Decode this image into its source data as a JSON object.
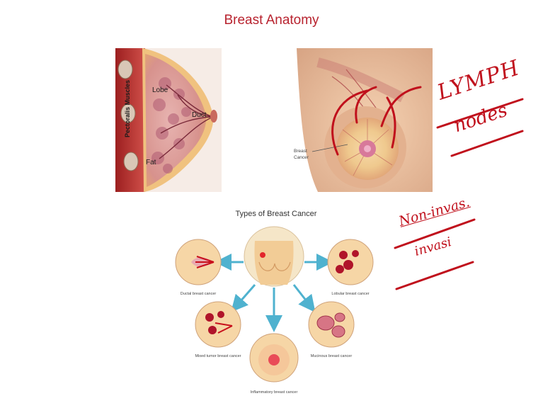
{
  "slide": {
    "title": "Breast Anatomy"
  },
  "cross_section": {
    "muscle_label": "Pectoralis Muscles",
    "lobe_label": "Lobe",
    "duct_label": "Duct",
    "fat_label": "Fat"
  },
  "torso": {
    "tumor_label_line1": "Breast",
    "tumor_label_line2": "Cancer"
  },
  "types": {
    "heading": "Types of Breast Cancer",
    "ductal": "Ductal breast cancer",
    "lobular": "Lobular breast cancer",
    "mixed": "Mixed tumor breast cancer",
    "mucinous": "Mucinous breast cancer",
    "inflammatory": "Inflammatory breast cancer"
  },
  "handwriting": {
    "lymph": "LYMPH",
    "nodes": "nodes",
    "non_invasive": "Non-invas.",
    "invasive": "invasi"
  },
  "colors": {
    "title": "#b8232f",
    "ink": "#c0101c",
    "arrow": "#4fb2cf",
    "tissue": "#e8a1a3",
    "skin": "#f2cfa4"
  }
}
